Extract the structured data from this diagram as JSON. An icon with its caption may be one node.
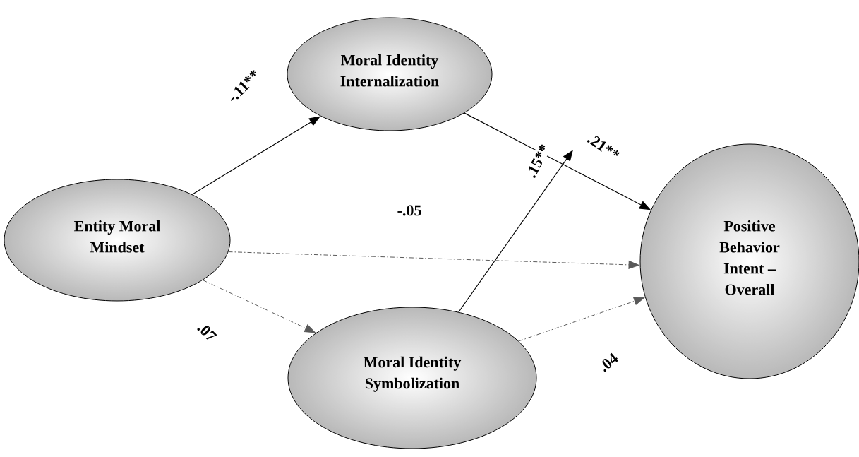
{
  "diagram": {
    "nodes": [
      {
        "text": [
          "Entity Moral Mindset"
        ]
      },
      {
        "text": [
          "Moral Identity Internalization"
        ]
      },
      {
        "text": [
          "Moral Identity Symbolization"
        ]
      },
      {
        "text": [
          "Positive Behavior Intent – Overall"
        ]
      }
    ],
    "edges": [
      {
        "from": 0,
        "to": 1,
        "arrow": "to",
        "label": "-.11**"
      },
      {
        "from": 1,
        "to": 3,
        "arrow": "to",
        "label": ".21**"
      },
      {
        "from": 0,
        "to": 3,
        "arrow": "to",
        "label": "-.05",
        "style": "dashed",
        "color": "#595959"
      },
      {
        "from": 0,
        "to": 2,
        "arrow": "to",
        "label": ".07",
        "style": "dashed",
        "color": "#595959"
      },
      {
        "from": 2,
        "to": null,
        "arrow": "to",
        "label": ".15**"
      },
      {
        "from": 2,
        "to": 3,
        "arrow": "to",
        "label": ".04",
        "style": "dashed",
        "color": "#595959"
      }
    ]
  }
}
